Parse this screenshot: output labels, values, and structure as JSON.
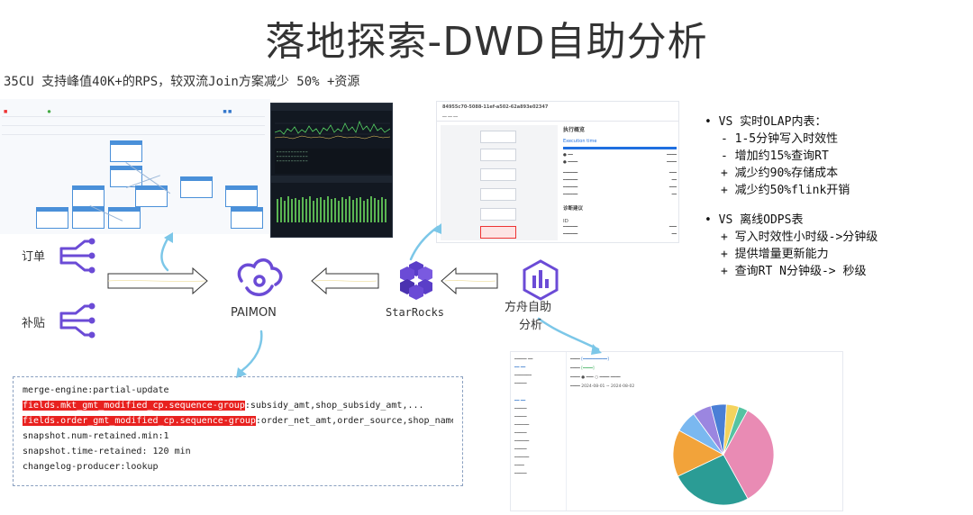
{
  "title": "落地探索-DWD自助分析",
  "subtitle": "35CU 支持峰值40K+的RPS，较双流Join方案减少 50% +资源",
  "flow": {
    "order_label": "订单",
    "subsidy_label": "补贴",
    "paimon_label": "PAIMON",
    "starrocks_label": "StarRocks",
    "fangzhou_label_1": "方舟自助",
    "fangzhou_label_2": "分析"
  },
  "notes": {
    "olap_head": "• VS 实时OLAP内表：",
    "olap_items": [
      "- 1-5分钟写入时效性",
      "- 增加约15%查询RT",
      "+ 减少约90%存储成本",
      "+ 减少约50%flink开销"
    ],
    "odps_head": "• VS 离线ODPS表",
    "odps_items": [
      "+ 写入时效性小时级->分钟级",
      "+ 提供增量更新能力",
      "+ 查询RT N分钟级-> 秒级"
    ]
  },
  "config": {
    "line1": "merge-engine:partial-update",
    "line2_hl": "fields.mkt_gmt_modified_cp.sequence-group",
    "line2_rest": ":subsidy_amt,shop_subsidy_amt,...",
    "line3_hl": "fields.order_gmt_modified_cp.sequence-group",
    "line3_rest": ":order_net_amt,order_source,shop_name...",
    "line4": "snapshot.num-retained.min:1",
    "line5": "snapshot.time-retained: 120 min",
    "line6": "changelog-producer:lookup"
  },
  "shot3": {
    "header": "84955c70-5088-11ef-a502-62a893e02347",
    "panel_title": "执行概览",
    "exec_label": "Execution time",
    "section": "诊断建议",
    "id_label": "ID"
  },
  "colors": {
    "arrow_blue": "#7cc7e8",
    "arrow_outline": "#333333",
    "icon_purple": "#6b4bd6",
    "highlight_red": "#e8211f"
  },
  "pie": {
    "slices": [
      {
        "value": 0.34,
        "color": "#e98bb4"
      },
      {
        "value": 0.26,
        "color": "#2b9c95"
      },
      {
        "value": 0.15,
        "color": "#f2a33a"
      },
      {
        "value": 0.07,
        "color": "#7ab8f0"
      },
      {
        "value": 0.06,
        "color": "#9b86e0"
      },
      {
        "value": 0.05,
        "color": "#4a7fd6"
      },
      {
        "value": 0.04,
        "color": "#f4d35e"
      },
      {
        "value": 0.03,
        "color": "#56c3a2"
      }
    ]
  }
}
